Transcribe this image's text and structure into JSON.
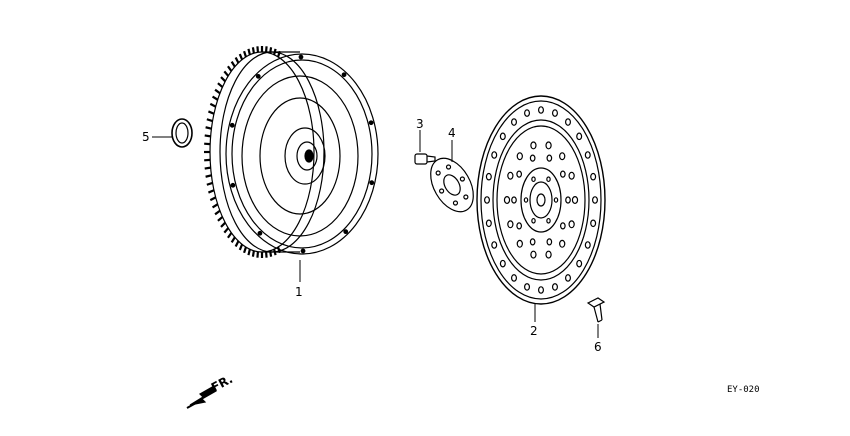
{
  "diagram": {
    "callouts": [
      {
        "id": "1",
        "text": "1"
      },
      {
        "id": "2",
        "text": "2"
      },
      {
        "id": "3",
        "text": "3"
      },
      {
        "id": "4",
        "text": "4"
      },
      {
        "id": "5",
        "text": "5"
      },
      {
        "id": "6",
        "text": "6"
      }
    ],
    "direction_label": "FR.",
    "figure_code": "EY-020"
  }
}
